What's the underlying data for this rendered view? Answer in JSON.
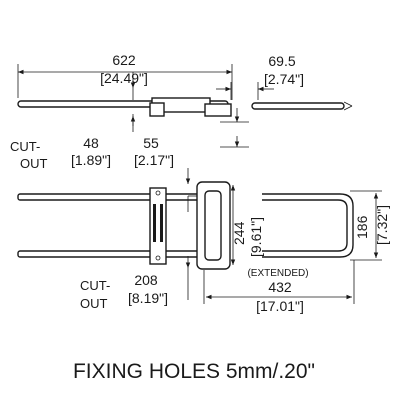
{
  "dims": {
    "overall_mm": "622",
    "overall_in": "[24.49\"]",
    "end_mm": "69.5",
    "end_in": "[2.74\"]",
    "cutout_a_mm": "48",
    "cutout_a_in": "[1.89\"]",
    "gap_mm": "55",
    "gap_in": "[2.17\"]",
    "height_mm": "244",
    "height_in": "[9.61\"]",
    "side_mm": "186",
    "side_in": "[7.32\"]",
    "cutout_b_mm": "208",
    "cutout_b_in": "[8.19\"]",
    "ext_mm": "432",
    "ext_in": "[17.01\"]",
    "extended_note": "(EXTENDED)"
  },
  "labels": {
    "cut": "CUT-",
    "out": "OUT",
    "cut2": "CUT-",
    "out2": "OUT"
  },
  "caption": "FIXING HOLES  5mm/.20\""
}
